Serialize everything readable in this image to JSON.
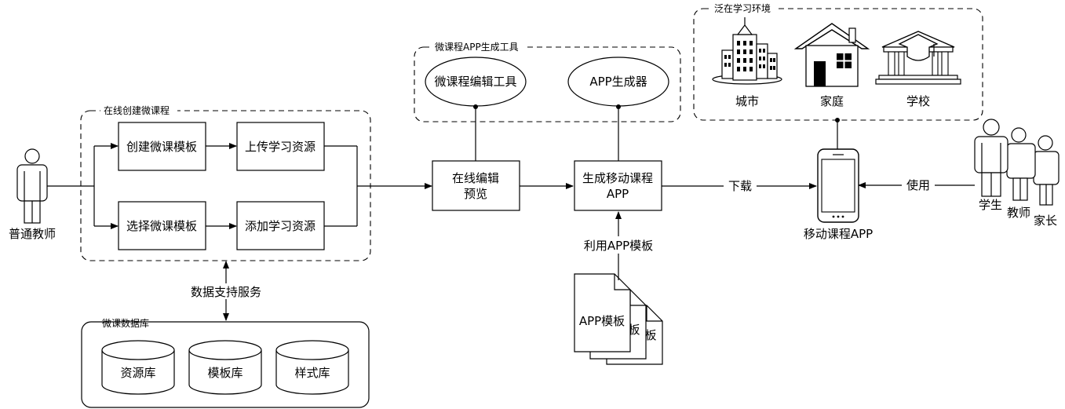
{
  "groups": {
    "online_create": "在线创建微课程",
    "app_tool": "微课程APP生成工具",
    "ubiquitous_env": "泛在学习环境",
    "micro_db": "微课数据库"
  },
  "actors": {
    "teacher": "普通教师",
    "student": "学生",
    "teacher2": "教师",
    "parent": "家长"
  },
  "boxes": {
    "create_template": "创建微课模板",
    "upload_resource": "上传学习资源",
    "select_template": "选择微课模板",
    "add_resource": "添加学习资源",
    "online_edit_l1": "在线编辑",
    "online_edit_l2": "预览",
    "generate_l1": "生成移动课程",
    "generate_l2": "APP"
  },
  "ellipses": {
    "editor_tool": "微课程编辑工具",
    "app_generator": "APP生成器"
  },
  "databases": [
    "资源库",
    "模板库",
    "样式库"
  ],
  "environment": [
    "城市",
    "家庭",
    "学校"
  ],
  "edges": {
    "data_support": "数据支持服务",
    "use_template": "利用APP模板",
    "download": "下载",
    "use": "使用"
  },
  "documents": {
    "front": "APP模板",
    "back1_partial": "板",
    "back2_partial": "板"
  },
  "phone_label": "移动课程APP"
}
